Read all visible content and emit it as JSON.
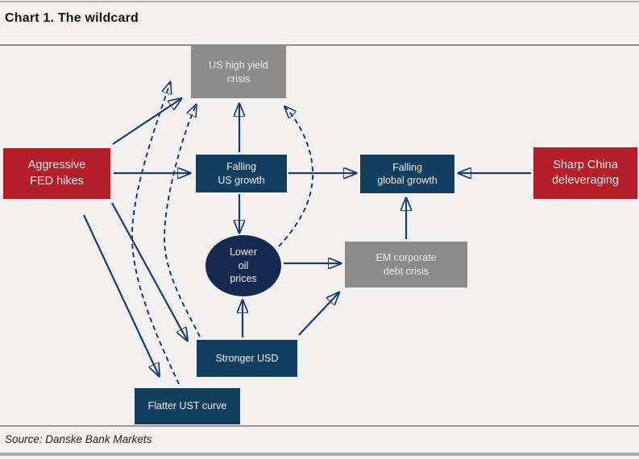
{
  "header": {
    "title": "Chart 1. The wildcard"
  },
  "footer": {
    "source": "Source: Danske Bank Markets"
  },
  "colors": {
    "brand_red": "#B31E28",
    "navy_box": "#123F60",
    "navy_circle": "#16294F",
    "gray_box": "#8B8B8B",
    "arrow": "#1C3D6B",
    "background": "#F2F1EF"
  },
  "nodes": [
    {
      "id": "aggressive-fed-hikes",
      "label": "Aggressive\nFED hikes",
      "shape": "rect",
      "color": "red"
    },
    {
      "id": "us-high-yield-crisis",
      "label": "US high yield\ncrisis",
      "shape": "rect",
      "color": "gray"
    },
    {
      "id": "falling-us-growth",
      "label": "Falling\nUS growth",
      "shape": "rect",
      "color": "navy"
    },
    {
      "id": "falling-global-growth",
      "label": "Falling\nglobal growth",
      "shape": "rect",
      "color": "navy"
    },
    {
      "id": "sharp-china-deleveraging",
      "label": "Sharp China\ndeleveraging",
      "shape": "rect",
      "color": "red"
    },
    {
      "id": "lower-oil-prices",
      "label": "Lower\noil\nprices",
      "shape": "ellipse",
      "color": "navy"
    },
    {
      "id": "em-corporate-debt-crisis",
      "label": "EM corporate\ndebt crisis",
      "shape": "rect",
      "color": "gray"
    },
    {
      "id": "stronger-usd",
      "label": "Stronger USD",
      "shape": "rect",
      "color": "navy"
    },
    {
      "id": "flatter-ust-curve",
      "label": "Flatter UST curve",
      "shape": "rect",
      "color": "navy"
    }
  ],
  "edges": [
    {
      "from": "aggressive-fed-hikes",
      "to": "us-high-yield-crisis",
      "style": "solid"
    },
    {
      "from": "aggressive-fed-hikes",
      "to": "falling-us-growth",
      "style": "solid"
    },
    {
      "from": "aggressive-fed-hikes",
      "to": "stronger-usd",
      "style": "solid"
    },
    {
      "from": "aggressive-fed-hikes",
      "to": "flatter-ust-curve",
      "style": "solid"
    },
    {
      "from": "falling-us-growth",
      "to": "us-high-yield-crisis",
      "style": "solid"
    },
    {
      "from": "falling-us-growth",
      "to": "lower-oil-prices",
      "style": "solid"
    },
    {
      "from": "falling-us-growth",
      "to": "falling-global-growth",
      "style": "solid"
    },
    {
      "from": "sharp-china-deleveraging",
      "to": "falling-global-growth",
      "style": "solid"
    },
    {
      "from": "lower-oil-prices",
      "to": "em-corporate-debt-crisis",
      "style": "solid"
    },
    {
      "from": "em-corporate-debt-crisis",
      "to": "falling-global-growth",
      "style": "solid"
    },
    {
      "from": "stronger-usd",
      "to": "lower-oil-prices",
      "style": "solid"
    },
    {
      "from": "stronger-usd",
      "to": "em-corporate-debt-crisis",
      "style": "solid"
    },
    {
      "from": "flatter-ust-curve",
      "to": "us-high-yield-crisis",
      "style": "dashed"
    },
    {
      "from": "stronger-usd",
      "to": "us-high-yield-crisis",
      "style": "dashed"
    },
    {
      "from": "lower-oil-prices",
      "to": "us-high-yield-crisis",
      "style": "dashed"
    }
  ]
}
